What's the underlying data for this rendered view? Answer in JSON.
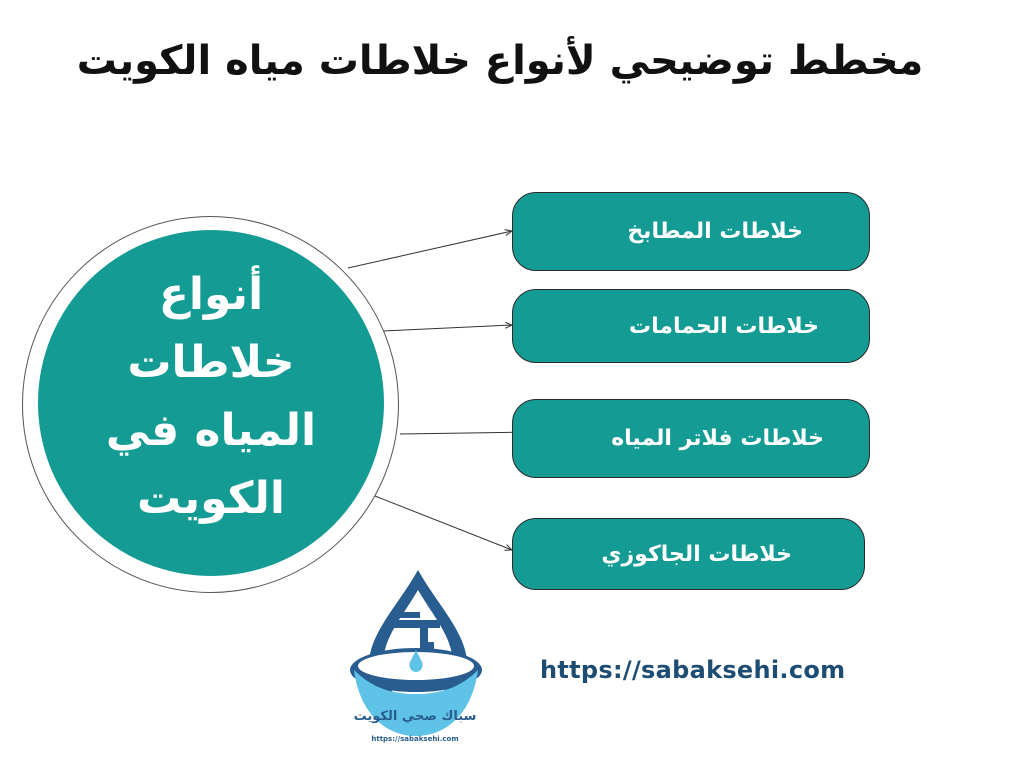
{
  "title": "مخطط توضيحي لأنواع خلاطات مياه الكويت",
  "center": {
    "lines": [
      "أنواع",
      "خلاطات",
      "المياه في",
      "الكويت"
    ]
  },
  "items": [
    {
      "label": "خلاطات المطابخ"
    },
    {
      "label": "خلاطات الحمامات"
    },
    {
      "label": "خلاطات فلاتر المياه"
    },
    {
      "label": "خلاطات الجاكوزي"
    }
  ],
  "logo": {
    "name": "سباك صحي الكويت",
    "url": "https://sabaksehi.com"
  },
  "website": "https://sabaksehi.com",
  "colors": {
    "teal": "#139b94",
    "navy": "#2a5d8f",
    "light_blue": "#5ec3e6"
  },
  "icon": "water-drop-faucet-logo"
}
